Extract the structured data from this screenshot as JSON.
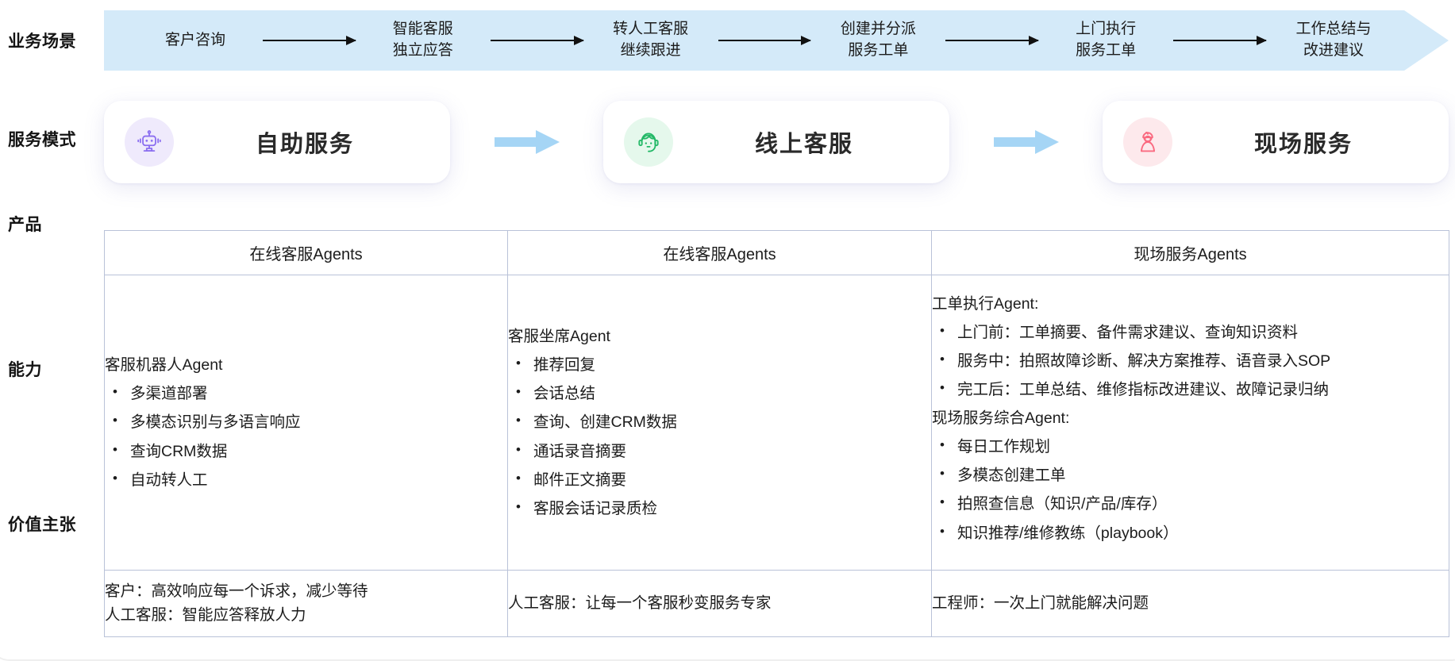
{
  "row_labels": {
    "scenario": "业务场景",
    "mode": "服务模式",
    "product": "产品",
    "ability": "能力",
    "value": "价值主张"
  },
  "colors": {
    "banner_bg": "#d4eaf9",
    "arrow_blue": "#a5d5f5",
    "icon_purple": "#8b6ef0",
    "icon_purple_bg": "#efeafc",
    "icon_green": "#22b866",
    "icon_green_bg": "#e5f8ec",
    "icon_pink": "#fa6a80",
    "icon_pink_bg": "#fde9ec",
    "table_border": "#b9c2d8",
    "text": "#1c1c1c"
  },
  "scenario": {
    "steps": [
      {
        "line1": "客户咨询",
        "line2": ""
      },
      {
        "line1": "智能客服",
        "line2": "独立应答"
      },
      {
        "line1": "转人工客服",
        "line2": "继续跟进"
      },
      {
        "line1": "创建并分派",
        "line2": "服务工单"
      },
      {
        "line1": "上门执行",
        "line2": "服务工单"
      },
      {
        "line1": "工作总结与",
        "line2": "改进建议"
      }
    ]
  },
  "modes": [
    {
      "title": "自助服务",
      "icon": "robot-icon",
      "tone": "purple"
    },
    {
      "title": "线上客服",
      "icon": "headset-agent-icon",
      "tone": "green"
    },
    {
      "title": "现场服务",
      "icon": "field-engineer-icon",
      "tone": "pink"
    }
  ],
  "matrix": {
    "products": [
      "在线客服Agents",
      "在线客服Agents",
      "现场服务Agents"
    ],
    "abilities": [
      {
        "groups": [
          {
            "heading": "客服机器人Agent",
            "items": [
              "多渠道部署",
              "多模态识别与多语言响应",
              "查询CRM数据",
              "自动转人工"
            ]
          }
        ]
      },
      {
        "groups": [
          {
            "heading": "客服坐席Agent",
            "items": [
              "推荐回复",
              "会话总结",
              "查询、创建CRM数据",
              "通话录音摘要",
              "邮件正文摘要",
              "客服会话记录质检"
            ]
          }
        ]
      },
      {
        "groups": [
          {
            "heading": "工单执行Agent:",
            "items": [
              "上门前：工单摘要、备件需求建议、查询知识资料",
              "服务中：拍照故障诊断、解决方案推荐、语音录入SOP",
              "完工后：工单总结、维修指标改进建议、故障记录归纳"
            ]
          },
          {
            "heading": "现场服务综合Agent:",
            "items": [
              "每日工作规划",
              "多模态创建工单",
              "拍照查信息（知识/产品/库存）",
              "知识推荐/维修教练（playbook）"
            ]
          }
        ]
      }
    ],
    "values": [
      {
        "lines": [
          "客户：高效响应每一个诉求，减少等待",
          "人工客服：智能应答释放人力"
        ]
      },
      {
        "lines": [
          "人工客服：让每一个客服秒变服务专家"
        ]
      },
      {
        "lines": [
          "工程师：一次上门就能解决问题"
        ]
      }
    ]
  }
}
